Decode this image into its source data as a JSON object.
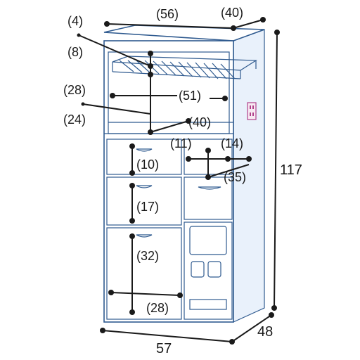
{
  "diagram": {
    "labels": {
      "top_width": "(56)",
      "top_depth": "(40)",
      "shelf_gap_top": "(4)",
      "shelf_gap_bottom": "(8)",
      "open_height_a": "(28)",
      "open_height_b": "(24)",
      "inner_width": "(51)",
      "inner_depth": "(40)",
      "small_drawer_w1": "(11)",
      "small_drawer_w2": "(14)",
      "drawer1_height": "(10)",
      "side_drawer_depth": "(35)",
      "drawer2_height": "(17)",
      "drawer3_height": "(32)",
      "bottom_inner_width": "(28)",
      "total_height": "117",
      "total_width": "57",
      "total_depth": "48"
    },
    "colors": {
      "cabinet_line": "#2f5a8f",
      "cabinet_fill": "#e9f1fb",
      "outlet": "#b0408a",
      "dimension_line": "#1a1a1a"
    }
  }
}
